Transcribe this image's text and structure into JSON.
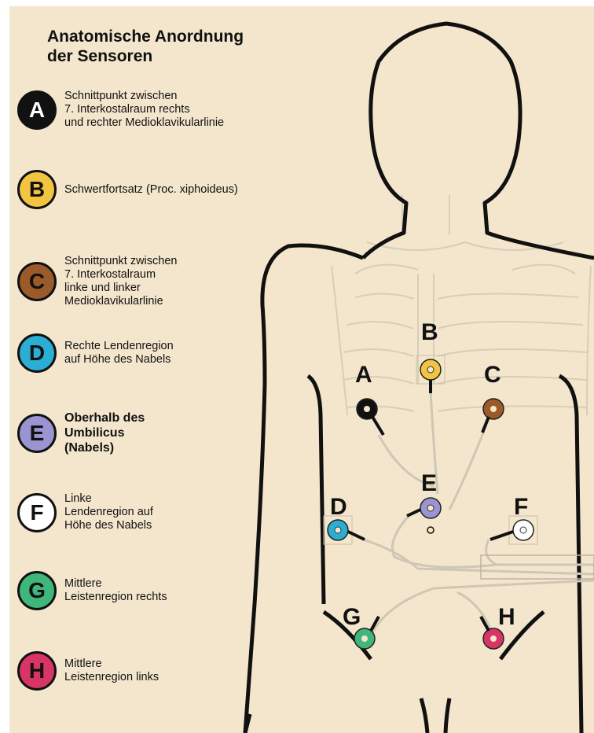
{
  "title": "Anatomische Anordnung\nder Sensoren",
  "legend": [
    {
      "letter": "A",
      "color": "#111111",
      "text_color": "#ffffff",
      "text": "Schnittpunkt zwischen\n7. Interkostalraum rechts\nund rechter Medioklavikularlinie",
      "bold": false
    },
    {
      "letter": "B",
      "color": "#f2c440",
      "text_color": "#111111",
      "text": "Schwertfortsatz (Proc. xiphoideus)",
      "bold": false
    },
    {
      "letter": "C",
      "color": "#9a5a2a",
      "text_color": "#111111",
      "text": "Schnittpunkt zwischen\n7. Interkostalraum\nlinke und linker\nMedioklavikularlinie",
      "bold": false
    },
    {
      "letter": "D",
      "color": "#2aaed4",
      "text_color": "#111111",
      "text": "Rechte Lendenregion\nauf Höhe des Nabels",
      "bold": false
    },
    {
      "letter": "E",
      "color": "#9a95d2",
      "text_color": "#111111",
      "text": "Oberhalb des\nUmbilicus\n(Nabels)",
      "bold": true
    },
    {
      "letter": "F",
      "color": "#ffffff",
      "text_color": "#111111",
      "text": "Linke\nLendenregion auf\nHöhe des Nabels",
      "bold": false
    },
    {
      "letter": "G",
      "color": "#3fb67a",
      "text_color": "#111111",
      "text": "Mittlere\nLeistenregion rechts",
      "bold": false
    },
    {
      "letter": "H",
      "color": "#d63565",
      "text_color": "#111111",
      "text": "Mittlere\nLeistenregion links",
      "bold": false
    }
  ],
  "markers": [
    {
      "letter": "A",
      "color": "#111111"
    },
    {
      "letter": "B",
      "color": "#f2c440"
    },
    {
      "letter": "C",
      "color": "#9a5a2a"
    },
    {
      "letter": "D",
      "color": "#2aaed4"
    },
    {
      "letter": "E",
      "color": "#9a95d2"
    },
    {
      "letter": "F",
      "color": "#ffffff"
    },
    {
      "letter": "G",
      "color": "#3fb67a"
    },
    {
      "letter": "H",
      "color": "#d63565"
    }
  ]
}
